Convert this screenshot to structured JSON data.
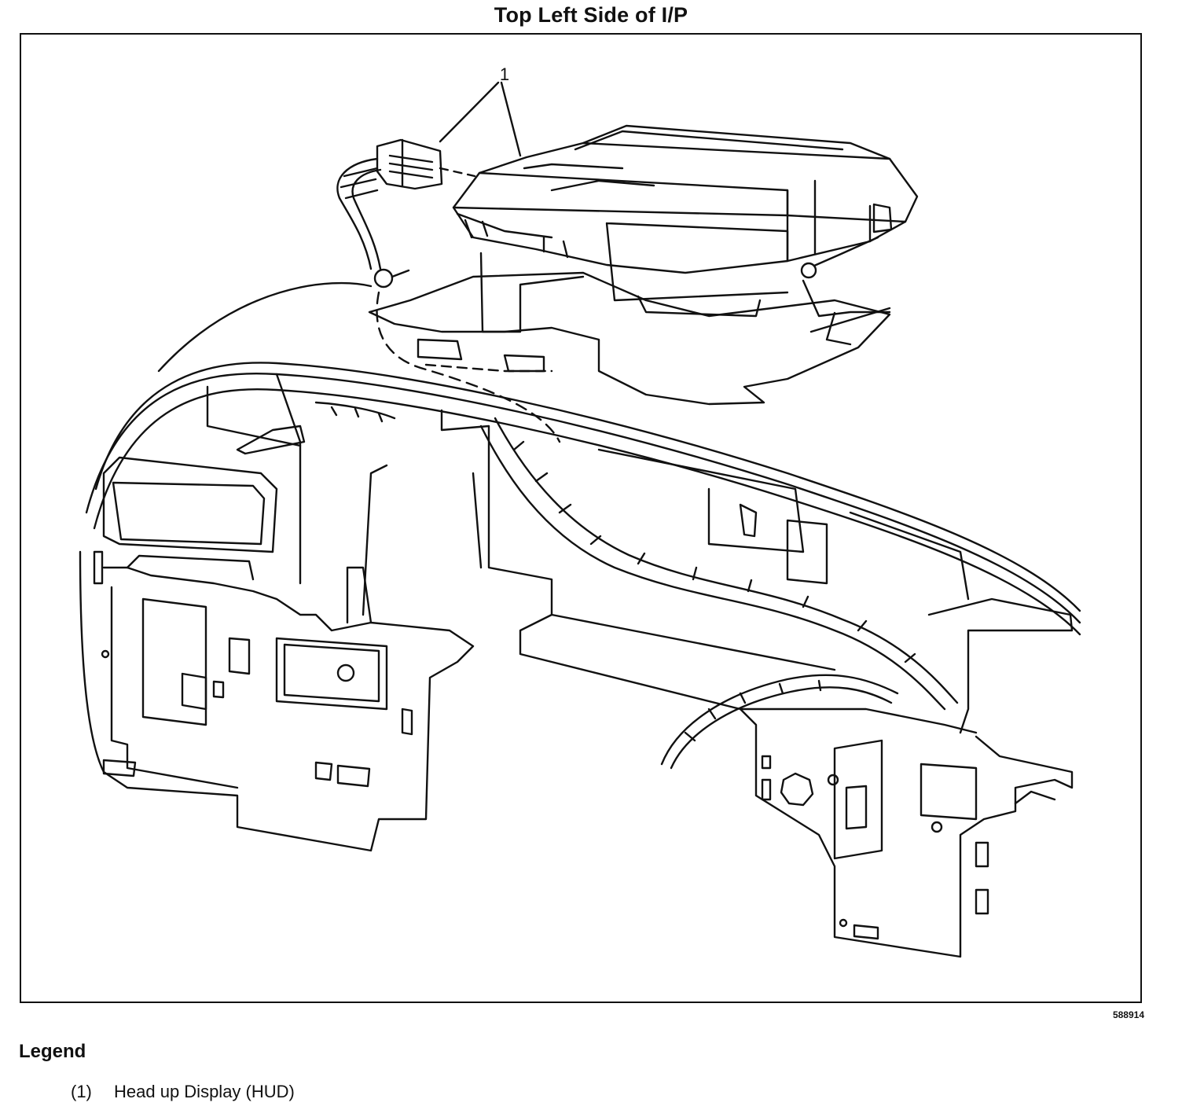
{
  "title": "Top Left Side of I/P",
  "callout": "1",
  "figure_id": "588914",
  "legend": {
    "heading": "Legend",
    "items": [
      {
        "number": "(1)",
        "text": "Head up Display (HUD)"
      }
    ]
  }
}
